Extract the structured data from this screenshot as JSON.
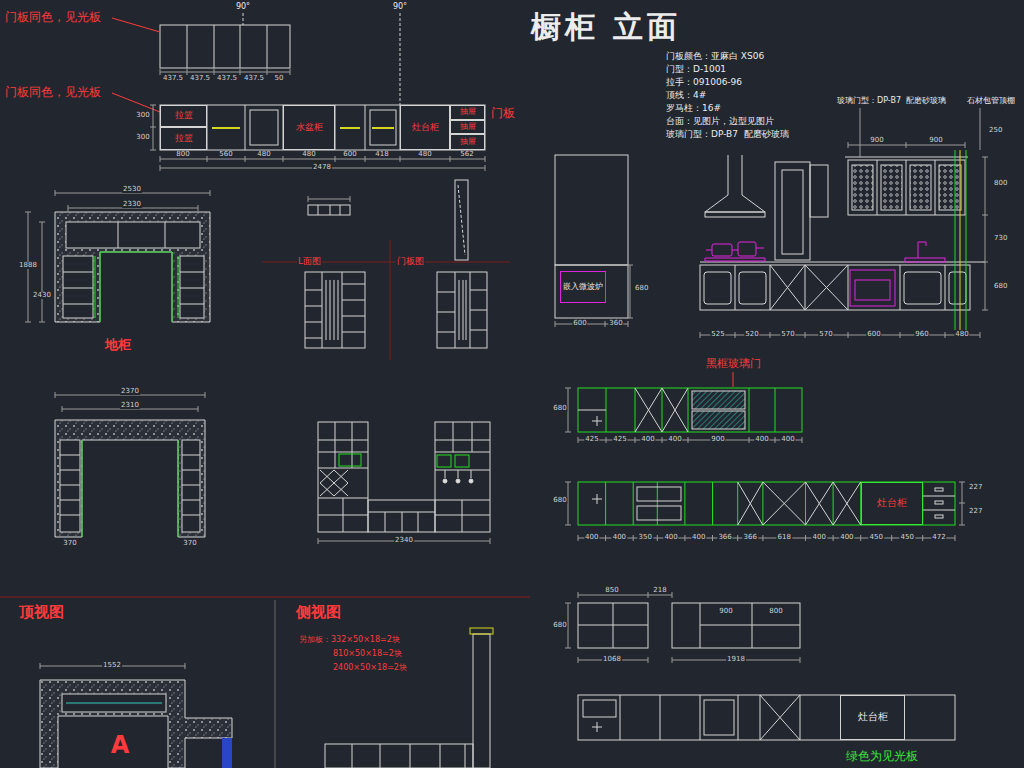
{
  "diagram": {
    "title": "橱柜 立面",
    "nodes": [
      {
        "text": [
          "拉篮"
        ]
      },
      {
        "text": [
          "拉篮"
        ]
      },
      {
        "text": [
          "水盆柜"
        ]
      },
      {
        "text": [
          "灶台柜"
        ]
      },
      {
        "text": [
          "抽屉"
        ]
      },
      {
        "text": [
          "抽屉"
        ]
      },
      {
        "text": [
          "抽屉"
        ]
      },
      {
        "text": [
          "嵌入微波炉"
        ]
      },
      {
        "text": [
          "灶台柜"
        ]
      },
      {
        "text": [
          "灶台柜"
        ]
      }
    ],
    "labels": [
      "门板同色，见光板",
      "90°",
      "90°",
      "437.5",
      "437.5",
      "437.5",
      "437.5",
      "50",
      "门板同色，见光板",
      "门板",
      "300",
      "300",
      "800",
      "560",
      "480",
      "480",
      "600",
      "418",
      "480",
      "562",
      "2478",
      "2530",
      "2330",
      "1888",
      "2430",
      "地柜",
      "2370",
      "2310",
      "370",
      "370",
      "L面图",
      "门板图",
      "2340",
      "顶视图",
      "侧视图",
      "1552",
      "A",
      "另加板：332×50×18=2块",
      "810×50×18=2块",
      "2400×50×18=2块",
      "门板颜色：亚麻白 XS06",
      "门型：D-1001",
      "拉手：091006-96",
      "顶线：4#",
      "罗马柱：16#",
      "台面：见图片，边型见图片",
      "玻璃门型：DP-B7  配磨砂玻璃",
      "玻璃门型：DP-B7  配磨砂玻璃",
      "石材包管顶棚",
      "900",
      "900",
      "250",
      "800",
      "730",
      "680",
      "680",
      "600",
      "360",
      "525",
      "520",
      "570",
      "570",
      "600",
      "960",
      "480",
      "黑框玻璃门",
      "680",
      "425",
      "425",
      "400",
      "400",
      "900",
      "400",
      "400",
      "680",
      "400",
      "400",
      "350",
      "400",
      "400",
      "366",
      "366",
      "618",
      "400",
      "400",
      "450",
      "450",
      "472",
      "227",
      "227",
      "850",
      "218",
      "900",
      "800",
      "1068",
      "1918",
      "680",
      "绿色为见光板"
    ]
  }
}
